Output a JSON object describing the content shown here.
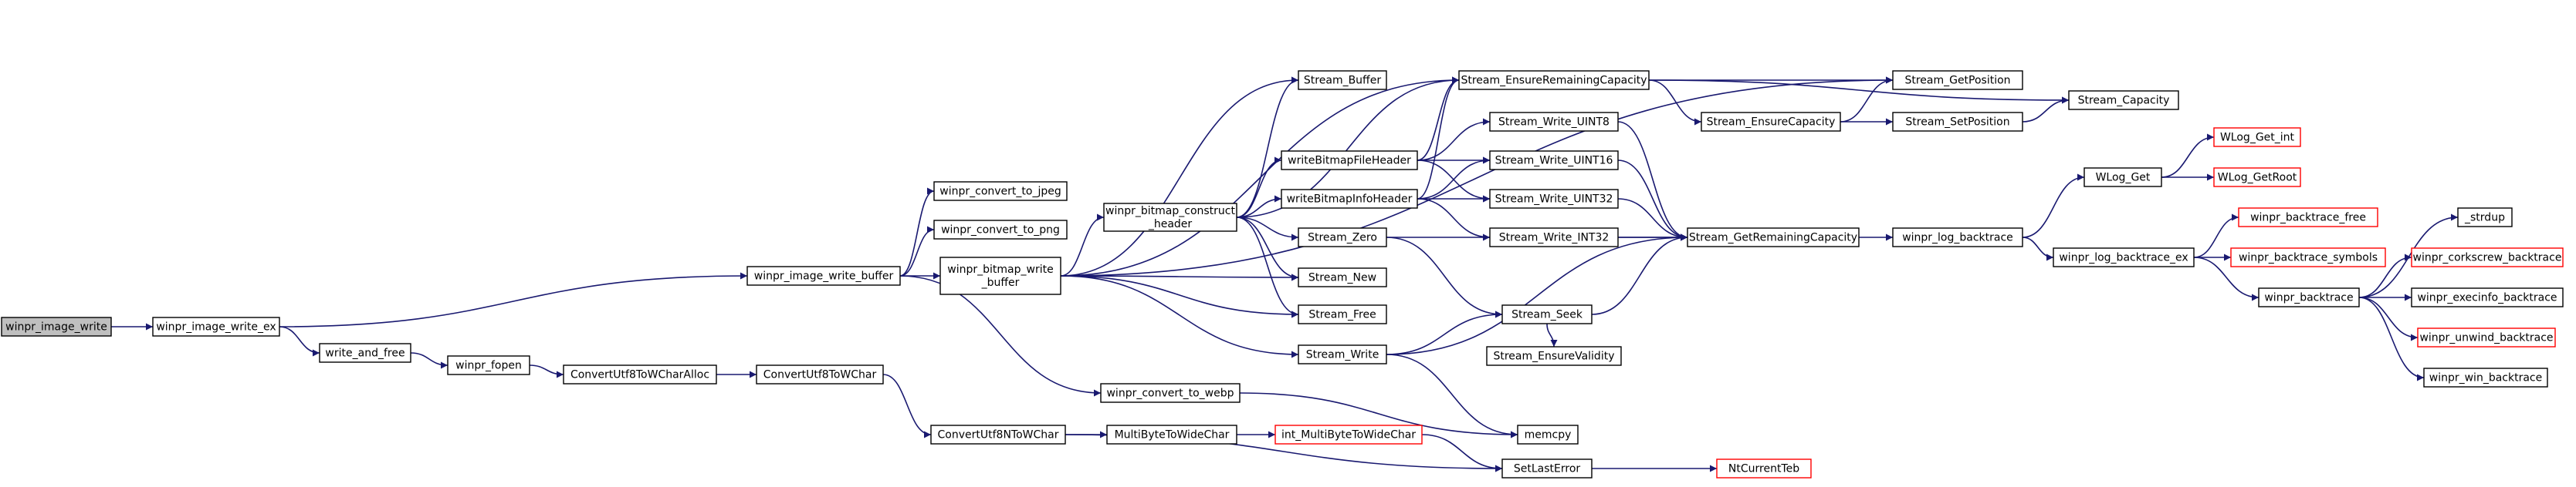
{
  "palette": {
    "edge": "#191970",
    "root_fill": "#bfbfbf",
    "node_border": "#000000",
    "truncated_border": "#ff0000",
    "node_fill": "#ffffff"
  },
  "nodes": [
    {
      "id": "winpr_image_write",
      "lines": [
        "winpr_image_write"
      ],
      "kind": "root"
    },
    {
      "id": "winpr_image_write_ex",
      "lines": [
        "winpr_image_write_ex"
      ],
      "kind": "normal"
    },
    {
      "id": "winpr_image_write_buffer",
      "lines": [
        "winpr_image_write_buffer"
      ],
      "kind": "normal"
    },
    {
      "id": "write_and_free",
      "lines": [
        "write_and_free"
      ],
      "kind": "normal"
    },
    {
      "id": "winpr_fopen",
      "lines": [
        "winpr_fopen"
      ],
      "kind": "normal"
    },
    {
      "id": "ConvertUtf8ToWCharAlloc",
      "lines": [
        "ConvertUtf8ToWCharAlloc"
      ],
      "kind": "normal"
    },
    {
      "id": "ConvertUtf8ToWChar",
      "lines": [
        "ConvertUtf8ToWChar"
      ],
      "kind": "normal"
    },
    {
      "id": "ConvertUtf8NToWChar",
      "lines": [
        "ConvertUtf8NToWChar"
      ],
      "kind": "normal"
    },
    {
      "id": "MultiByteToWideChar",
      "lines": [
        "MultiByteToWideChar"
      ],
      "kind": "normal"
    },
    {
      "id": "int_MultiByteToWideChar",
      "lines": [
        "int_MultiByteToWideChar"
      ],
      "kind": "truncated"
    },
    {
      "id": "SetLastError",
      "lines": [
        "SetLastError"
      ],
      "kind": "normal"
    },
    {
      "id": "NtCurrentTeb",
      "lines": [
        "NtCurrentTeb"
      ],
      "kind": "truncated"
    },
    {
      "id": "memcpy",
      "lines": [
        "memcpy"
      ],
      "kind": "normal"
    },
    {
      "id": "winpr_convert_to_jpeg",
      "lines": [
        "winpr_convert_to_jpeg"
      ],
      "kind": "normal"
    },
    {
      "id": "winpr_convert_to_png",
      "lines": [
        "winpr_convert_to_png"
      ],
      "kind": "normal"
    },
    {
      "id": "winpr_bitmap_write_buffer",
      "lines": [
        "winpr_bitmap_write",
        "_buffer"
      ],
      "kind": "normal"
    },
    {
      "id": "winpr_convert_to_webp",
      "lines": [
        "winpr_convert_to_webp"
      ],
      "kind": "normal"
    },
    {
      "id": "winpr_bitmap_construct_header",
      "lines": [
        "winpr_bitmap_construct",
        "_header"
      ],
      "kind": "normal"
    },
    {
      "id": "Stream_Buffer",
      "lines": [
        "Stream_Buffer"
      ],
      "kind": "normal"
    },
    {
      "id": "Stream_New",
      "lines": [
        "Stream_New"
      ],
      "kind": "normal"
    },
    {
      "id": "Stream_Free",
      "lines": [
        "Stream_Free"
      ],
      "kind": "normal"
    },
    {
      "id": "Stream_Write",
      "lines": [
        "Stream_Write"
      ],
      "kind": "normal"
    },
    {
      "id": "Stream_Zero",
      "lines": [
        "Stream_Zero"
      ],
      "kind": "normal"
    },
    {
      "id": "writeBitmapFileHeader",
      "lines": [
        "writeBitmapFileHeader"
      ],
      "kind": "normal"
    },
    {
      "id": "writeBitmapInfoHeader",
      "lines": [
        "writeBitmapInfoHeader"
      ],
      "kind": "normal"
    },
    {
      "id": "Stream_EnsureRemainingCapacity",
      "lines": [
        "Stream_EnsureRemainingCapacity"
      ],
      "kind": "normal"
    },
    {
      "id": "Stream_Write_UINT8",
      "lines": [
        "Stream_Write_UINT8"
      ],
      "kind": "normal"
    },
    {
      "id": "Stream_Write_UINT16",
      "lines": [
        "Stream_Write_UINT16"
      ],
      "kind": "normal"
    },
    {
      "id": "Stream_Write_UINT32",
      "lines": [
        "Stream_Write_UINT32"
      ],
      "kind": "normal"
    },
    {
      "id": "Stream_Write_INT32",
      "lines": [
        "Stream_Write_INT32"
      ],
      "kind": "normal"
    },
    {
      "id": "Stream_Seek",
      "lines": [
        "Stream_Seek"
      ],
      "kind": "normal"
    },
    {
      "id": "Stream_EnsureValidity",
      "lines": [
        "Stream_EnsureValidity"
      ],
      "kind": "normal"
    },
    {
      "id": "Stream_EnsureCapacity",
      "lines": [
        "Stream_EnsureCapacity"
      ],
      "kind": "normal"
    },
    {
      "id": "Stream_GetPosition",
      "lines": [
        "Stream_GetPosition"
      ],
      "kind": "normal"
    },
    {
      "id": "Stream_SetPosition",
      "lines": [
        "Stream_SetPosition"
      ],
      "kind": "normal"
    },
    {
      "id": "Stream_Capacity",
      "lines": [
        "Stream_Capacity"
      ],
      "kind": "normal"
    },
    {
      "id": "Stream_GetRemainingCapacity",
      "lines": [
        "Stream_GetRemainingCapacity"
      ],
      "kind": "normal"
    },
    {
      "id": "winpr_log_backtrace",
      "lines": [
        "winpr_log_backtrace"
      ],
      "kind": "normal"
    },
    {
      "id": "WLog_Get",
      "lines": [
        "WLog_Get"
      ],
      "kind": "normal"
    },
    {
      "id": "WLog_Get_int",
      "lines": [
        "WLog_Get_int"
      ],
      "kind": "truncated"
    },
    {
      "id": "WLog_GetRoot",
      "lines": [
        "WLog_GetRoot"
      ],
      "kind": "truncated"
    },
    {
      "id": "winpr_log_backtrace_ex",
      "lines": [
        "winpr_log_backtrace_ex"
      ],
      "kind": "normal"
    },
    {
      "id": "winpr_backtrace_free",
      "lines": [
        "winpr_backtrace_free"
      ],
      "kind": "truncated"
    },
    {
      "id": "winpr_backtrace_symbols",
      "lines": [
        "winpr_backtrace_symbols"
      ],
      "kind": "truncated"
    },
    {
      "id": "winpr_backtrace",
      "lines": [
        "winpr_backtrace"
      ],
      "kind": "normal"
    },
    {
      "id": "_strdup",
      "lines": [
        "_strdup"
      ],
      "kind": "normal"
    },
    {
      "id": "winpr_corkscrew_backtrace",
      "lines": [
        "winpr_corkscrew_backtrace"
      ],
      "kind": "truncated"
    },
    {
      "id": "winpr_execinfo_backtrace",
      "lines": [
        "winpr_execinfo_backtrace"
      ],
      "kind": "normal"
    },
    {
      "id": "winpr_unwind_backtrace",
      "lines": [
        "winpr_unwind_backtrace"
      ],
      "kind": "truncated"
    },
    {
      "id": "winpr_win_backtrace",
      "lines": [
        "winpr_win_backtrace"
      ],
      "kind": "normal"
    }
  ],
  "edges": [
    [
      "winpr_image_write",
      "winpr_image_write_ex"
    ],
    [
      "winpr_image_write_ex",
      "winpr_image_write_buffer"
    ],
    [
      "winpr_image_write_ex",
      "write_and_free"
    ],
    [
      "write_and_free",
      "winpr_fopen"
    ],
    [
      "winpr_fopen",
      "ConvertUtf8ToWCharAlloc"
    ],
    [
      "ConvertUtf8ToWCharAlloc",
      "ConvertUtf8ToWChar"
    ],
    [
      "ConvertUtf8ToWChar",
      "ConvertUtf8NToWChar"
    ],
    [
      "ConvertUtf8NToWChar",
      "MultiByteToWideChar"
    ],
    [
      "ConvertUtf8NToWChar",
      "SetLastError"
    ],
    [
      "MultiByteToWideChar",
      "int_MultiByteToWideChar"
    ],
    [
      "int_MultiByteToWideChar",
      "SetLastError"
    ],
    [
      "SetLastError",
      "NtCurrentTeb"
    ],
    [
      "winpr_image_write_buffer",
      "winpr_convert_to_jpeg"
    ],
    [
      "winpr_image_write_buffer",
      "winpr_convert_to_png"
    ],
    [
      "winpr_image_write_buffer",
      "winpr_bitmap_write_buffer"
    ],
    [
      "winpr_image_write_buffer",
      "winpr_convert_to_webp"
    ],
    [
      "winpr_convert_to_webp",
      "memcpy"
    ],
    [
      "winpr_bitmap_write_buffer",
      "winpr_bitmap_construct_header"
    ],
    [
      "winpr_bitmap_write_buffer",
      "Stream_Buffer"
    ],
    [
      "winpr_bitmap_write_buffer",
      "Stream_EnsureRemainingCapacity"
    ],
    [
      "winpr_bitmap_write_buffer",
      "Stream_GetPosition"
    ],
    [
      "winpr_bitmap_write_buffer",
      "Stream_New"
    ],
    [
      "winpr_bitmap_write_buffer",
      "Stream_Free"
    ],
    [
      "winpr_bitmap_write_buffer",
      "Stream_Write"
    ],
    [
      "winpr_bitmap_construct_header",
      "Stream_Buffer"
    ],
    [
      "winpr_bitmap_construct_header",
      "Stream_EnsureRemainingCapacity"
    ],
    [
      "winpr_bitmap_construct_header",
      "writeBitmapFileHeader"
    ],
    [
      "winpr_bitmap_construct_header",
      "writeBitmapInfoHeader"
    ],
    [
      "winpr_bitmap_construct_header",
      "Stream_Zero"
    ],
    [
      "winpr_bitmap_construct_header",
      "Stream_New"
    ],
    [
      "winpr_bitmap_construct_header",
      "Stream_Free"
    ],
    [
      "writeBitmapFileHeader",
      "Stream_EnsureRemainingCapacity"
    ],
    [
      "writeBitmapFileHeader",
      "Stream_Write_UINT8"
    ],
    [
      "writeBitmapFileHeader",
      "Stream_Write_UINT16"
    ],
    [
      "writeBitmapFileHeader",
      "Stream_Write_UINT32"
    ],
    [
      "writeBitmapInfoHeader",
      "Stream_EnsureRemainingCapacity"
    ],
    [
      "writeBitmapInfoHeader",
      "Stream_Write_UINT16"
    ],
    [
      "writeBitmapInfoHeader",
      "Stream_Write_UINT32"
    ],
    [
      "writeBitmapInfoHeader",
      "Stream_Write_INT32"
    ],
    [
      "Stream_Zero",
      "Stream_GetRemainingCapacity"
    ],
    [
      "Stream_Zero",
      "Stream_Seek"
    ],
    [
      "Stream_Write",
      "Stream_Seek"
    ],
    [
      "Stream_Write",
      "Stream_GetRemainingCapacity"
    ],
    [
      "Stream_Write",
      "memcpy"
    ],
    [
      "Stream_EnsureRemainingCapacity",
      "Stream_GetPosition"
    ],
    [
      "Stream_EnsureRemainingCapacity",
      "Stream_Capacity"
    ],
    [
      "Stream_EnsureRemainingCapacity",
      "Stream_EnsureCapacity"
    ],
    [
      "Stream_EnsureCapacity",
      "Stream_GetPosition"
    ],
    [
      "Stream_EnsureCapacity",
      "Stream_SetPosition"
    ],
    [
      "Stream_SetPosition",
      "Stream_Capacity"
    ],
    [
      "Stream_Write_UINT8",
      "Stream_GetRemainingCapacity"
    ],
    [
      "Stream_Write_UINT16",
      "Stream_GetRemainingCapacity"
    ],
    [
      "Stream_Write_UINT32",
      "Stream_GetRemainingCapacity"
    ],
    [
      "Stream_Write_INT32",
      "Stream_GetRemainingCapacity"
    ],
    [
      "Stream_Seek",
      "Stream_GetRemainingCapacity"
    ],
    [
      "Stream_Seek",
      "Stream_EnsureValidity"
    ],
    [
      "Stream_GetRemainingCapacity",
      "winpr_log_backtrace"
    ],
    [
      "winpr_log_backtrace",
      "WLog_Get"
    ],
    [
      "winpr_log_backtrace",
      "winpr_log_backtrace_ex"
    ],
    [
      "WLog_Get",
      "WLog_Get_int"
    ],
    [
      "WLog_Get",
      "WLog_GetRoot"
    ],
    [
      "winpr_log_backtrace_ex",
      "winpr_backtrace_free"
    ],
    [
      "winpr_log_backtrace_ex",
      "winpr_backtrace_symbols"
    ],
    [
      "winpr_log_backtrace_ex",
      "winpr_backtrace"
    ],
    [
      "winpr_backtrace",
      "_strdup"
    ],
    [
      "winpr_backtrace",
      "winpr_corkscrew_backtrace"
    ],
    [
      "winpr_backtrace",
      "winpr_execinfo_backtrace"
    ],
    [
      "winpr_backtrace",
      "winpr_unwind_backtrace"
    ],
    [
      "winpr_backtrace",
      "winpr_win_backtrace"
    ]
  ]
}
